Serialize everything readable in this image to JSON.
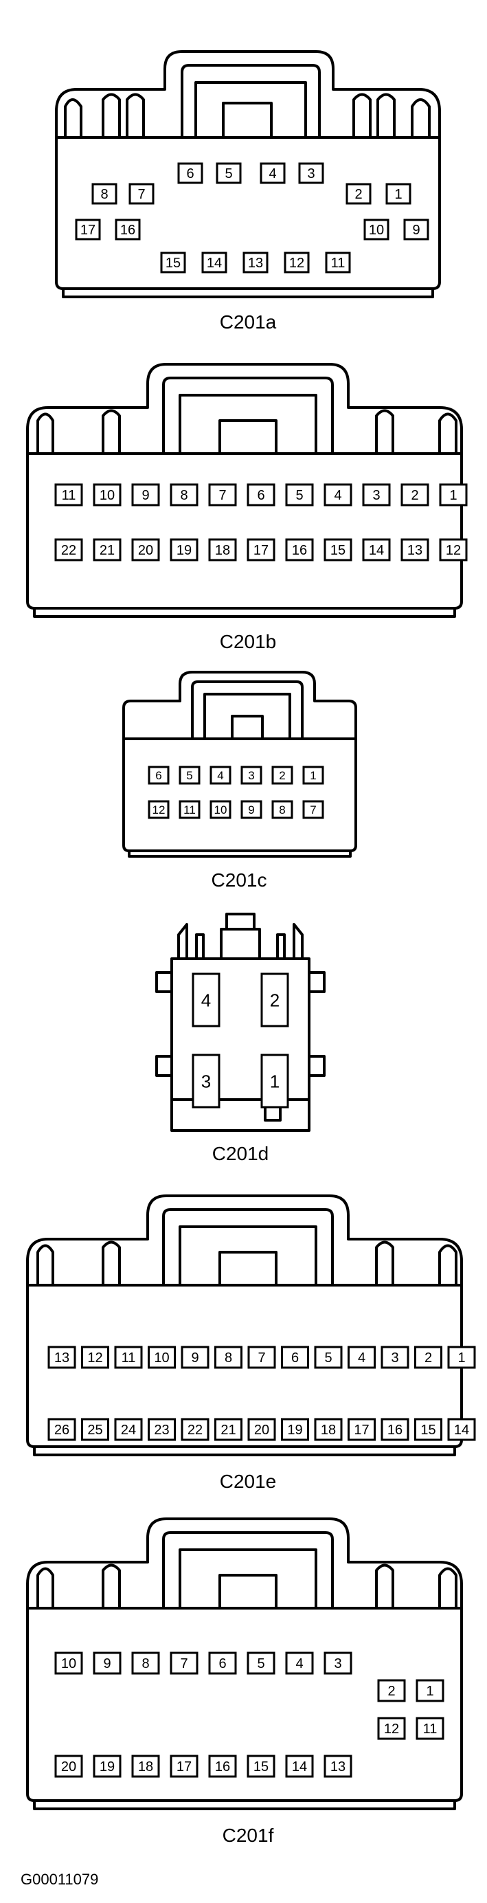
{
  "figure_id": "G00011079",
  "connectors": [
    {
      "caption": "C201a",
      "pins": [
        "6",
        "5",
        "4",
        "3",
        "8",
        "7",
        "2",
        "1",
        "17",
        "16",
        "10",
        "9",
        "15",
        "14",
        "13",
        "12",
        "11"
      ]
    },
    {
      "caption": "C201b",
      "pins": [
        "11",
        "10",
        "9",
        "8",
        "7",
        "6",
        "5",
        "4",
        "3",
        "2",
        "1",
        "22",
        "21",
        "20",
        "19",
        "18",
        "17",
        "16",
        "15",
        "14",
        "13",
        "12"
      ]
    },
    {
      "caption": "C201c",
      "pins": [
        "6",
        "5",
        "4",
        "3",
        "2",
        "1",
        "12",
        "11",
        "10",
        "9",
        "8",
        "7"
      ]
    },
    {
      "caption": "C201d",
      "pins": [
        "4",
        "2",
        "3",
        "1"
      ]
    },
    {
      "caption": "C201e",
      "pins": [
        "13",
        "12",
        "11",
        "10",
        "9",
        "8",
        "7",
        "6",
        "5",
        "4",
        "3",
        "2",
        "1",
        "26",
        "25",
        "24",
        "23",
        "22",
        "21",
        "20",
        "19",
        "18",
        "17",
        "16",
        "15",
        "14"
      ]
    },
    {
      "caption": "C201f",
      "pins": [
        "10",
        "9",
        "8",
        "7",
        "6",
        "5",
        "4",
        "3",
        "2",
        "1",
        "12",
        "11",
        "20",
        "19",
        "18",
        "17",
        "16",
        "15",
        "14",
        "13"
      ]
    }
  ]
}
